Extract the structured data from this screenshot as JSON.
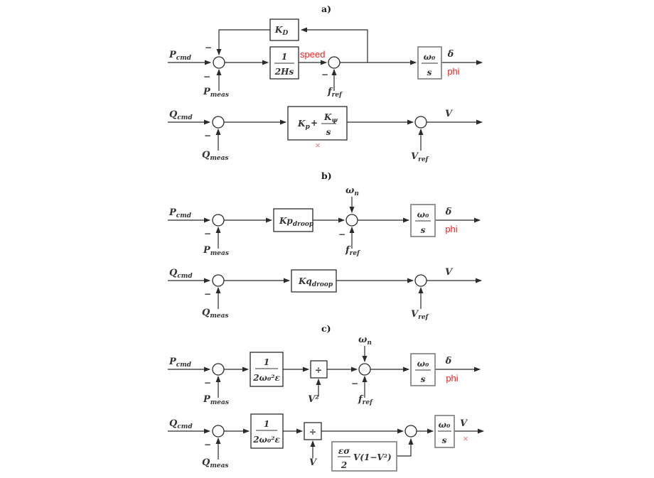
{
  "colors": {
    "background": "#ffffff",
    "line": "#2b2b2b",
    "math_text": "#333333",
    "annotation_red": "#ff1a1a",
    "soft_red": "#e87c7c",
    "gray_block_border": "#8a8a8a"
  },
  "labels": {
    "p_cmd": {
      "base": "P",
      "sub": "cmd"
    },
    "p_meas": {
      "base": "P",
      "sub": "meas"
    },
    "q_cmd": {
      "base": "Q",
      "sub": "cmd"
    },
    "q_meas": {
      "base": "Q",
      "sub": "meas"
    },
    "f_ref": {
      "base": "f",
      "sub": "ref"
    },
    "v_ref": {
      "base": "V",
      "sub": "ref"
    },
    "omega_n": {
      "base": "ω",
      "sub": "n"
    },
    "delta": "δ",
    "v_out": "V",
    "v_in": "V",
    "v_squared": "V²",
    "minus": "−"
  },
  "annotations": {
    "speed": "speed",
    "phi": "phi",
    "x_mark": "×"
  },
  "sections": {
    "a": {
      "label": "a)",
      "kd_block": {
        "base": "K",
        "sub": "D"
      },
      "inertia_block": {
        "num": "1",
        "den": "2Hs"
      },
      "pi_block": {
        "k1_base": "K",
        "k1_sub": "p",
        "plus": "+",
        "k2_base": "K",
        "k2_sub": "ψ",
        "den": "s"
      },
      "integrator_block": {
        "num": "ω₀",
        "den": "s"
      }
    },
    "b": {
      "label": "b)",
      "kp_droop_block": {
        "base": "Kp",
        "sub": "droop"
      },
      "kq_droop_block": {
        "base": "Kq",
        "sub": "droop"
      },
      "integrator_block": {
        "num": "ω₀",
        "den": "s"
      }
    },
    "c": {
      "label": "c)",
      "gain_block": {
        "num": "1",
        "den": "2ω₀²ε"
      },
      "divide_op": "÷",
      "feedback_block": {
        "num": "εσ",
        "den": "2",
        "expr": "V(1−V²)"
      },
      "integrator_block": {
        "num": "ω₀",
        "den": "s"
      }
    }
  }
}
